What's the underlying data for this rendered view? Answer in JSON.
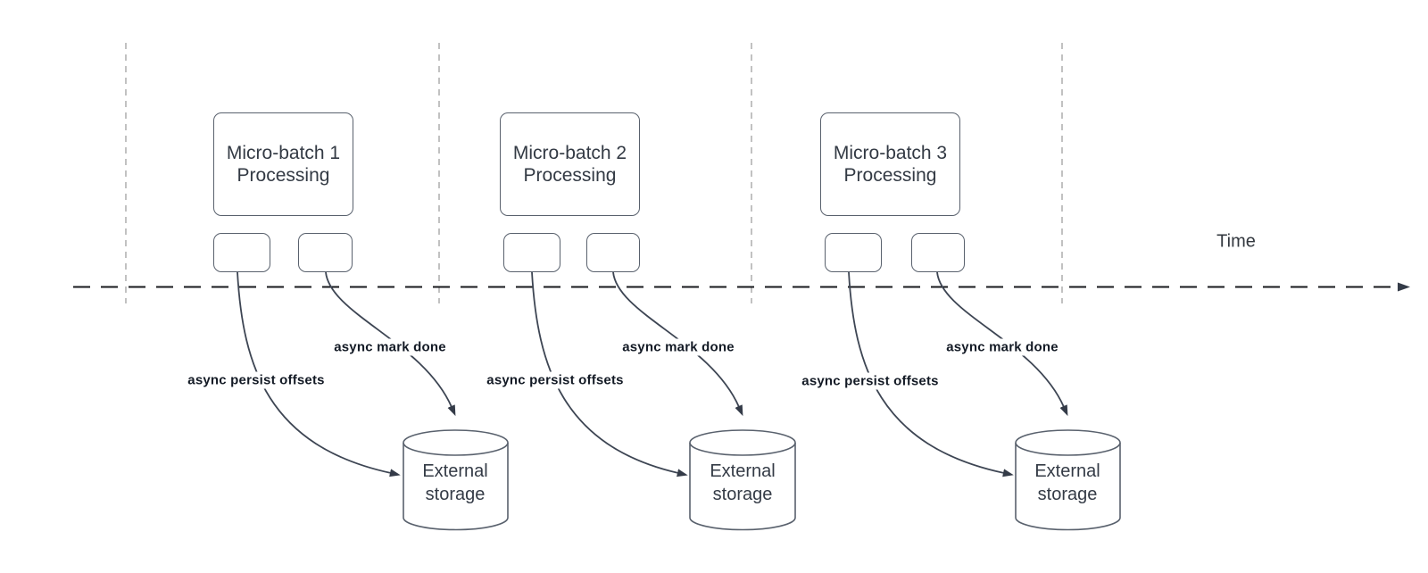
{
  "diagram": {
    "time_axis": {
      "label": "Time"
    },
    "batches": [
      {
        "title": "Micro-batch 1 Processing",
        "persist_label": "async persist offsets",
        "done_label": "async mark done",
        "storage_label": "External storage"
      },
      {
        "title": "Micro-batch 2 Processing",
        "persist_label": "async persist offsets",
        "done_label": "async mark done",
        "storage_label": "External storage"
      },
      {
        "title": "Micro-batch 3 Processing",
        "persist_label": "async persist offsets",
        "done_label": "async mark done",
        "storage_label": "External storage"
      }
    ],
    "colors": {
      "background": "#ffffff",
      "node_border": "#59616d",
      "node_text": "#333a44",
      "edge_stroke": "#3d4553",
      "edge_label_text": "#131a25",
      "axis_line": "#17191c",
      "gridline": "#a7a7a7"
    }
  }
}
